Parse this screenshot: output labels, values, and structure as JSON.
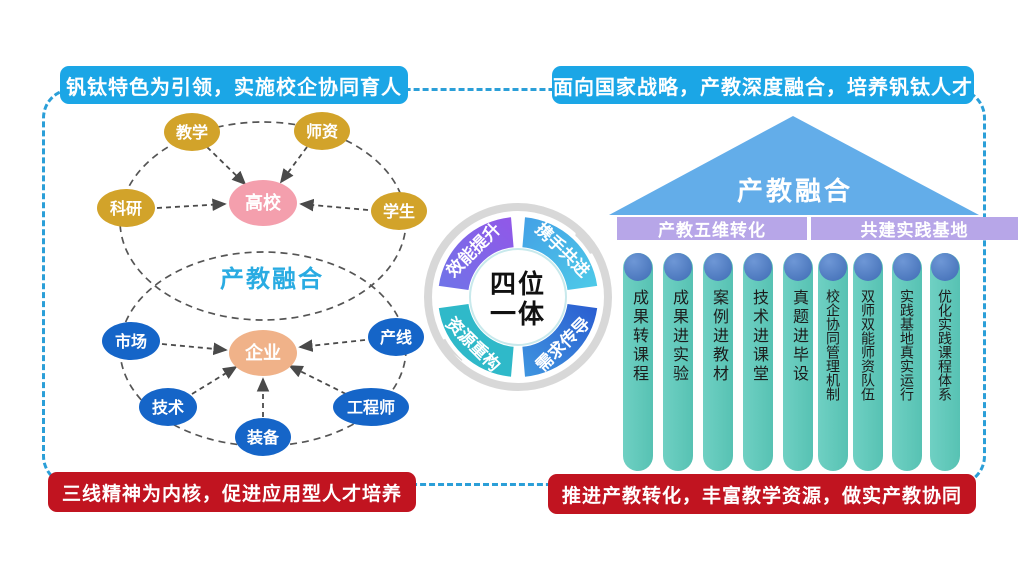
{
  "banners": {
    "top_left": "钒钛特色为引领，实施校企协同育人",
    "top_right": "面向国家战略，产教深度融合，培养钒钛人才",
    "bottom_left": "三线精神为内核，促进应用型人才培养",
    "bottom_right": "推进产教转化，丰富教学资源，做实产教协同"
  },
  "left_diagram": {
    "fusion_label": "产教融合",
    "university": "高校",
    "university_satellites": {
      "teaching": "教学",
      "faculty": "师资",
      "research": "科研",
      "students": "学生"
    },
    "enterprise": "企业",
    "enterprise_satellites": {
      "market": "市场",
      "production_line": "产线",
      "technology": "技术",
      "engineer": "工程师",
      "equipment": "装备"
    }
  },
  "center_cycle": {
    "core_line1": "四位",
    "core_line2": "一体",
    "segments": {
      "top_left": "效能提升",
      "top_right": "携手共进",
      "bottom_right": "需求传导",
      "bottom_left": "资源重构"
    }
  },
  "right_diagram": {
    "roof_label": "产教融合",
    "bar_left": "产教五维转化",
    "bar_right": "共建实践基地",
    "pillars": [
      "成果转课程",
      "成果进实验",
      "案例进教材",
      "技术进课堂",
      "真题进毕设",
      "校企协同管理机制",
      "双师双能师资队伍",
      "实践基地真实运行",
      "优化实践课程体系"
    ]
  },
  "colors": {
    "banner_blue": "#1ba6e6",
    "banner_red": "#c11420",
    "frame_dash_blue": "#2b9fd8",
    "gold_node": "#d2a32a",
    "blue_node": "#1565c8",
    "university_pink": "#f49fad",
    "enterprise_peach": "#f0b289",
    "fusion_text_cyan": "#29abe2",
    "segment_purple": "#7b66e3",
    "segment_lightblue": "#49b4e6",
    "segment_blue": "#3568d2",
    "segment_teal": "#2fb9c9",
    "roof_blue": "#63ade9",
    "bar_purple": "#b7a6e8",
    "pillar_teal": "#5cc5b7",
    "pillar_cap_blue": "#4a7ac2"
  }
}
